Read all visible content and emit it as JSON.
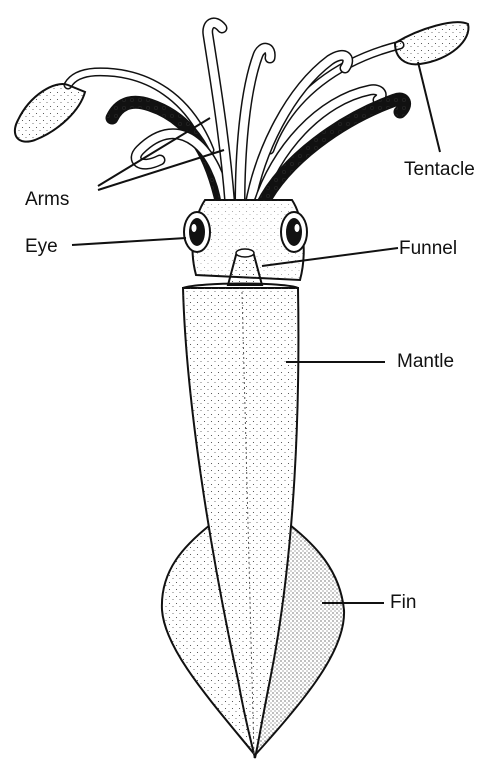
{
  "labels": {
    "tentacle": "Tentacle",
    "arms": "Arms",
    "eye": "Eye",
    "funnel": "Funnel",
    "mantle": "Mantle",
    "fin": "Fin"
  },
  "colors": {
    "ink": "#111111",
    "background": "#ffffff"
  }
}
